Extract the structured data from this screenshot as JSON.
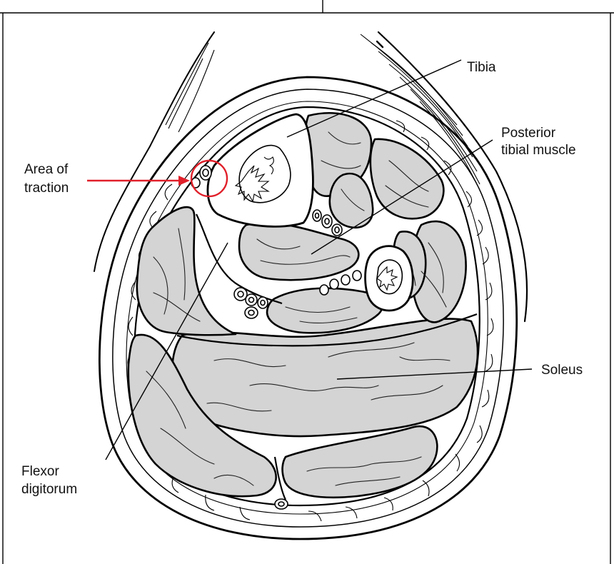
{
  "labels": {
    "tibia": "Tibia",
    "posterior_tibial_muscle": [
      "Posterior",
      "tibial muscle"
    ],
    "area_of_traction": [
      "Area of",
      "traction"
    ],
    "soleus": "Soleus",
    "flexor_digitorum": [
      "Flexor",
      "digitorum"
    ]
  },
  "colors": {
    "highlight": "#e0202a",
    "muscle_fill": "#d4d4d4",
    "line": "#000000"
  }
}
